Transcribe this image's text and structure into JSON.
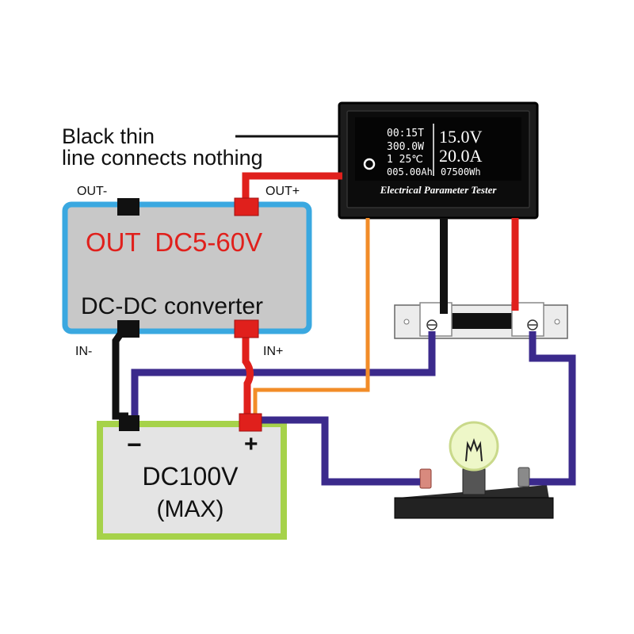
{
  "note": {
    "line1": "Black thin",
    "line2": "line connects nothing"
  },
  "converter": {
    "out_minus": "OUT-",
    "out_plus": "OUT+",
    "in_minus": "IN-",
    "in_plus": "IN+",
    "output_label": "OUT  DC5-60V",
    "name": "DC-DC converter"
  },
  "meter": {
    "time": "00:15T",
    "power": "300.0W",
    "index_temp": "1   25℃",
    "capacity": "005.00Ah",
    "voltage": "15.0V",
    "current": "20.0A",
    "energy": "07500Wh",
    "caption": "Electrical Parameter Tester"
  },
  "battery": {
    "minus": "−",
    "plus": "+",
    "voltage": "DC100V",
    "max": "(MAX)"
  },
  "colors": {
    "converter_fill": "#c8c8c8",
    "converter_border": "#3aa8e0",
    "battery_fill": "#e4e4e4",
    "battery_border": "#a6d24a",
    "meter_body": "#1c1c1c",
    "wire_red": "#e0201c",
    "wire_black": "#111111",
    "wire_purple": "#3b2a8c",
    "wire_orange": "#f28c28",
    "label_red": "#e0201c"
  }
}
